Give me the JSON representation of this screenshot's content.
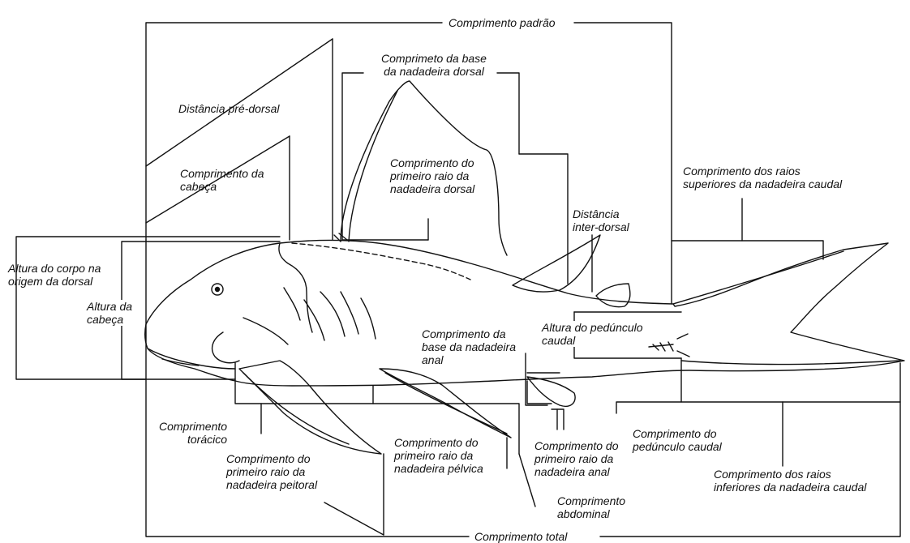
{
  "diagram": {
    "labels": {
      "comprimento_padrao": "Comprimento padrão",
      "comprimento_base_dorsal": "Comprimeto da base\nda nadadeira dorsal",
      "distancia_pre_dorsal": "Distância pré-dorsal",
      "comprimento_cabeca": "Comprimento da\ncabeça",
      "primeiro_raio_dorsal": "Comprimento do\nprimeiro raio da\nnadadeira dorsal",
      "distancia_inter_dorsal": "Distância\ninter-dorsal",
      "raios_superiores_caudal": "Comprimento dos raios\nsuperiores da nadadeira caudal",
      "altura_corpo_dorsal": "Altura do corpo na\norigem da dorsal",
      "altura_cabeca": "Altura da\ncabeça",
      "base_anal": "Comprimento da\nbase da nadadeira\nanal",
      "altura_pedunculo": "Altura do pedúnculo\ncaudal",
      "comprimento_toracico": "Comprimento\ntorácico",
      "primeiro_raio_peitoral": "Comprimento do\nprimeiro raio da\nnadadeira peitoral",
      "primeiro_raio_pelvica": "Comprimento do\nprimeiro raio da\nnadadeira pélvica",
      "primeiro_raio_anal": "Comprimento do\nprimeiro raio da\nnadadeira anal",
      "comprimento_pedunculo": "Comprimento do\npedúnculo caudal",
      "raios_inferiores_caudal": "Comprimento dos raios\ninferiores da nadadeira caudal",
      "comprimento_abdominal": "Comprimento\nabdominal",
      "comprimento_total": "Comprimento total"
    }
  }
}
